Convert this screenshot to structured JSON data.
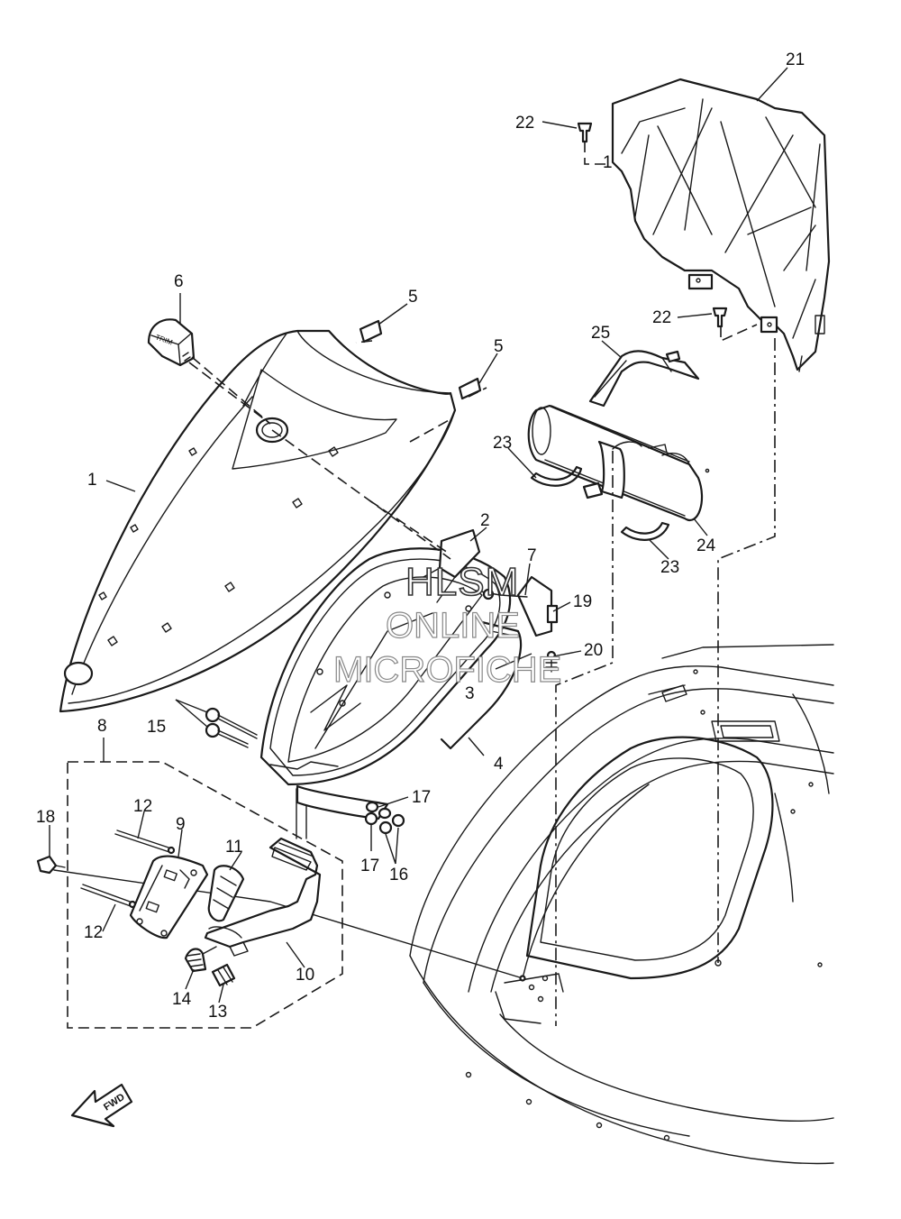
{
  "diagram": {
    "callouts": [
      {
        "id": "c1",
        "text": "1"
      },
      {
        "id": "c2",
        "text": "2"
      },
      {
        "id": "c3",
        "text": "3"
      },
      {
        "id": "c4",
        "text": "4"
      },
      {
        "id": "c5a",
        "text": "5"
      },
      {
        "id": "c5b",
        "text": "5"
      },
      {
        "id": "c6",
        "text": "6"
      },
      {
        "id": "c7",
        "text": "7"
      },
      {
        "id": "c8",
        "text": "8"
      },
      {
        "id": "c9",
        "text": "9"
      },
      {
        "id": "c10",
        "text": "10"
      },
      {
        "id": "c11",
        "text": "11"
      },
      {
        "id": "c12a",
        "text": "12"
      },
      {
        "id": "c12b",
        "text": "12"
      },
      {
        "id": "c13",
        "text": "13"
      },
      {
        "id": "c14",
        "text": "14"
      },
      {
        "id": "c15",
        "text": "15"
      },
      {
        "id": "c16",
        "text": "16"
      },
      {
        "id": "c17a",
        "text": "17"
      },
      {
        "id": "c17b",
        "text": "17"
      },
      {
        "id": "c18",
        "text": "18"
      },
      {
        "id": "c19",
        "text": "19"
      },
      {
        "id": "c20",
        "text": "20"
      },
      {
        "id": "c21",
        "text": "21"
      },
      {
        "id": "c22a",
        "text": "22"
      },
      {
        "id": "c22b",
        "text": "22"
      },
      {
        "id": "c23a",
        "text": "23"
      },
      {
        "id": "c23b",
        "text": "23"
      },
      {
        "id": "c24",
        "text": "24"
      },
      {
        "id": "c25",
        "text": "25"
      }
    ],
    "ref_marks": [
      {
        "id": "r1",
        "text": "1"
      }
    ],
    "direction_label": "FWD",
    "switch_label": "TRIM",
    "watermark": {
      "line1": "HLSM",
      "line2": "ONLINE",
      "line3": "MICROFICHE"
    }
  }
}
